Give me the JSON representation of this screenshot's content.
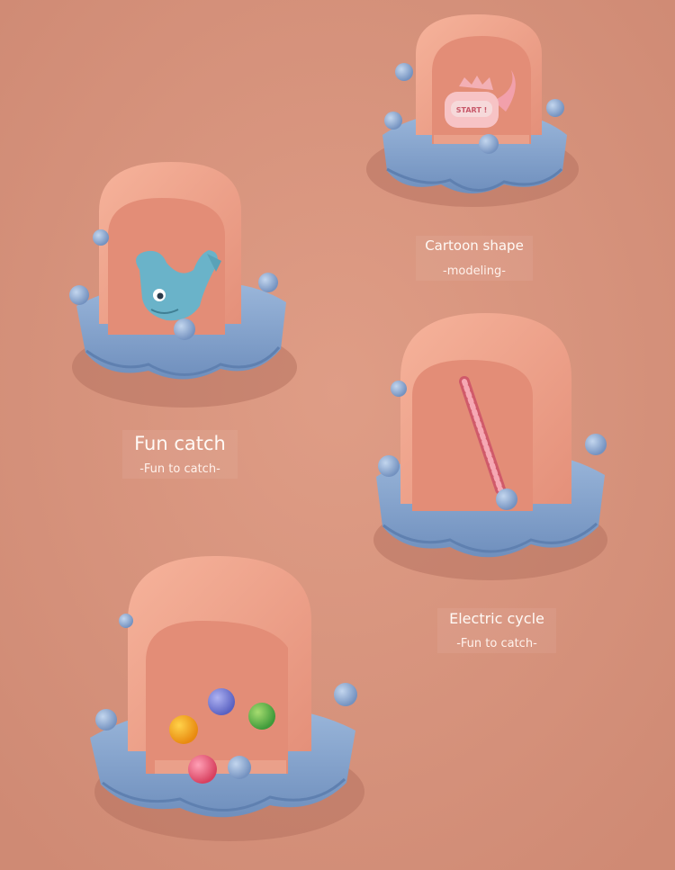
{
  "colors": {
    "background": "#d8947e",
    "toy_pink": "#f0a58c",
    "toy_inner": "#e89880",
    "toy_blue": "#8aa7cf",
    "toy_blue_dark": "#6d8cbb",
    "dino_teal": "#6ab3c9"
  },
  "labels": {
    "cartoon": {
      "title": "Cartoon shape",
      "subtitle": "-modeling-"
    },
    "fun": {
      "title": "Fun catch",
      "subtitle": "-Fun to catch-"
    },
    "electric": {
      "title": "Electric cycle",
      "subtitle": "-Fun to catch-"
    }
  },
  "toys": {
    "start_badge": {
      "text": "START !"
    }
  }
}
